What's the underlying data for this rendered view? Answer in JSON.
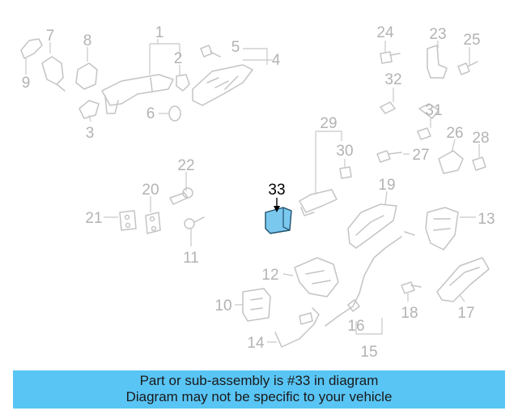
{
  "diagram": {
    "highlight_color": "#7bc8ef",
    "callouts": [
      "1",
      "2",
      "3",
      "4",
      "5",
      "6",
      "7",
      "8",
      "9",
      "10",
      "11",
      "12",
      "13",
      "14",
      "15",
      "16",
      "17",
      "18",
      "19",
      "20",
      "21",
      "22",
      "23",
      "24",
      "25",
      "26",
      "27",
      "28",
      "29",
      "30",
      "31",
      "32",
      "33"
    ]
  },
  "banner": {
    "line1": "Part or sub-assembly is #33 in diagram",
    "line2": "Diagram may not be specific to your vehicle",
    "color": "#59c5f5"
  }
}
